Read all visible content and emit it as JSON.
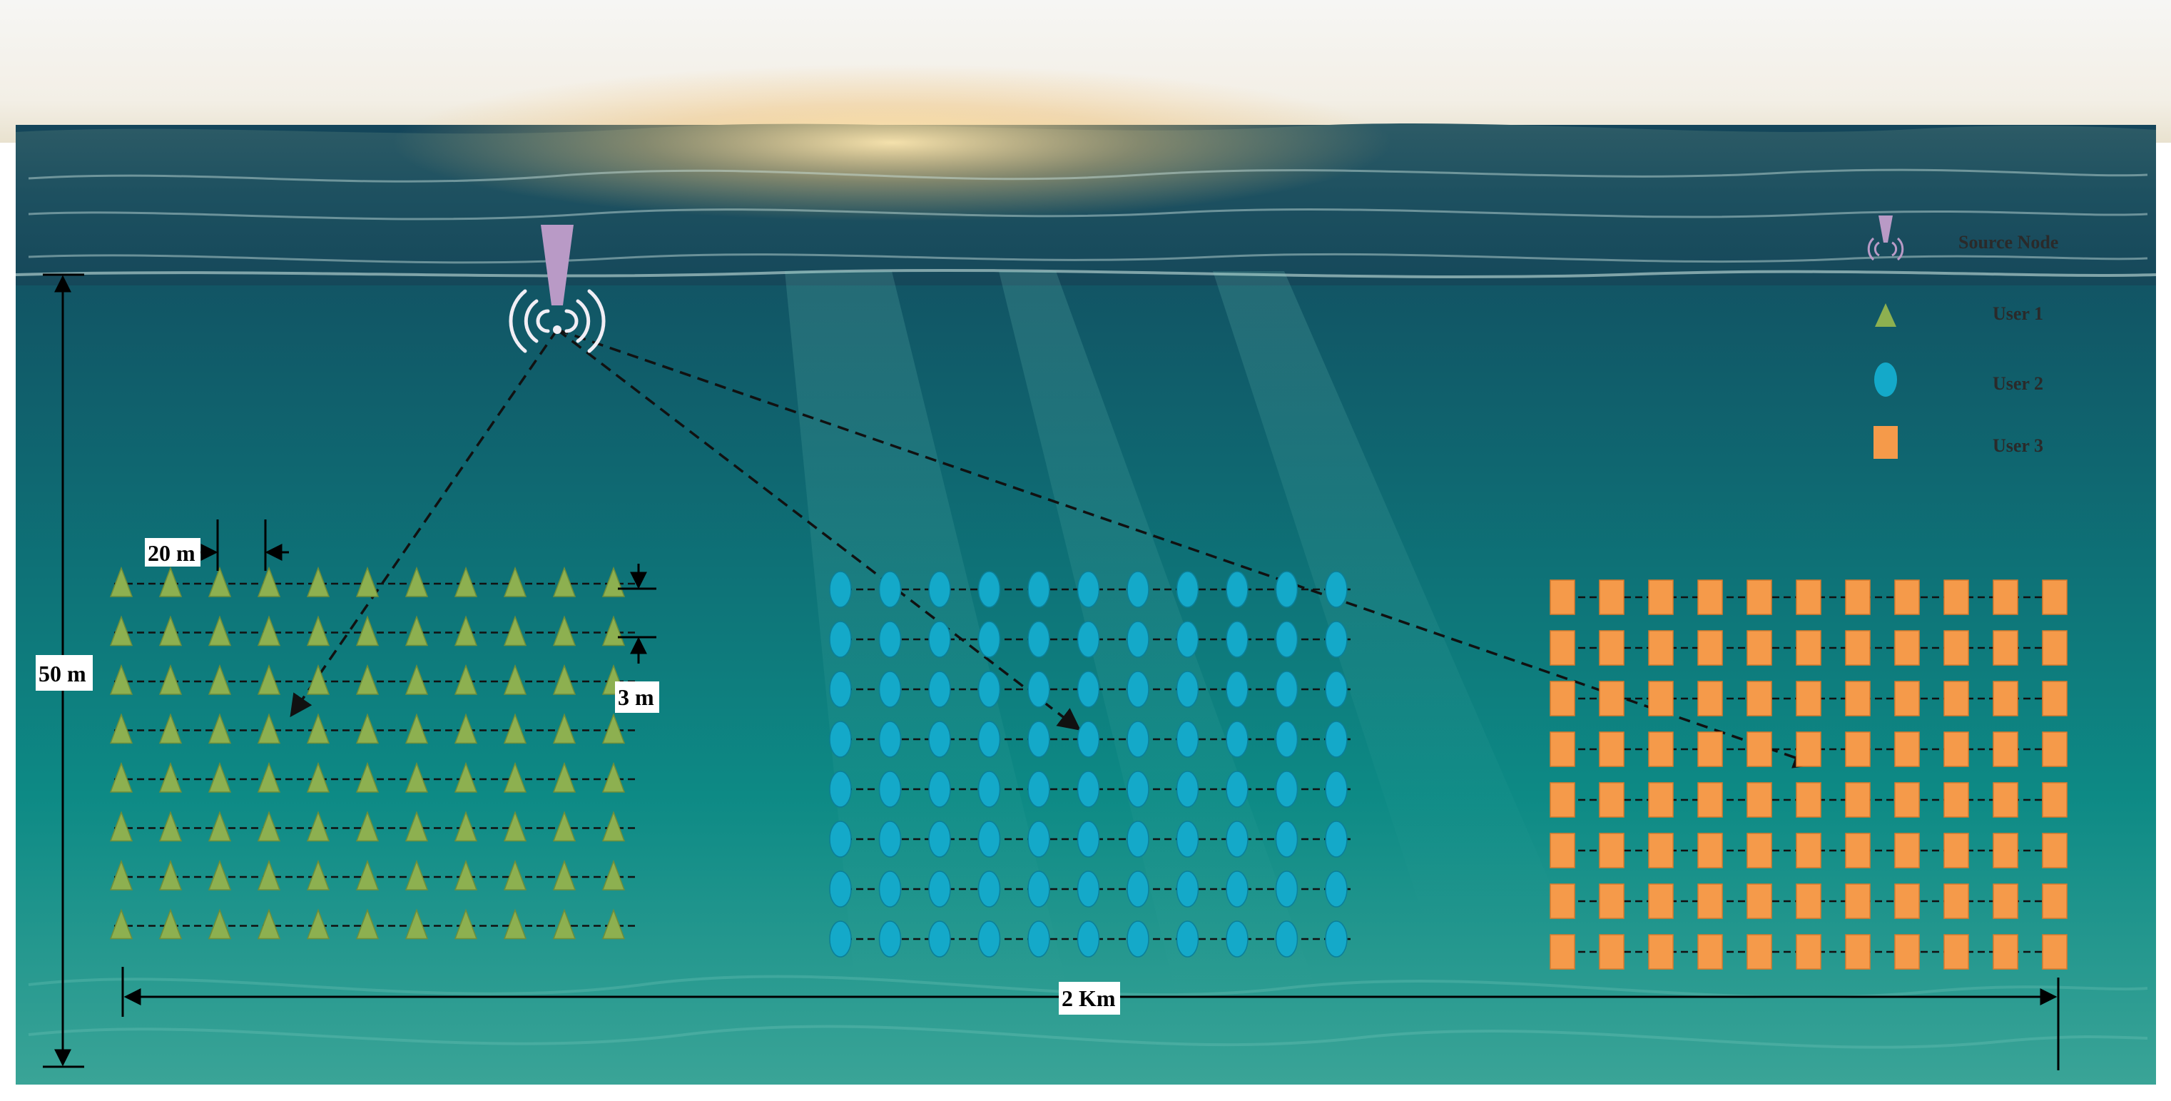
{
  "diagram": {
    "legend": {
      "source_node": "Source Node",
      "user1": "User 1",
      "user2": "User 2",
      "user3": "User 3"
    },
    "dimensions": {
      "spacing_h": "20 m",
      "spacing_v": "3 m",
      "depth": "50 m",
      "distance": "2 Km"
    },
    "grids": [
      {
        "name": "User 1",
        "shape": "triangle",
        "color": "#8db050",
        "cols": 11,
        "rows": 8
      },
      {
        "name": "User 2",
        "shape": "ellipse",
        "color": "#14a9c9",
        "cols": 11,
        "rows": 8
      },
      {
        "name": "User 3",
        "shape": "rectangle",
        "color": "#f59a4a",
        "cols": 11,
        "rows": 8
      }
    ],
    "colors": {
      "sky": "#f4f4f4",
      "water_top": "#14455a",
      "water_mid": "#0d7f7f",
      "water_bottom": "#2f9a8f",
      "source_node": "#b99ac6",
      "link": "#111111"
    }
  }
}
